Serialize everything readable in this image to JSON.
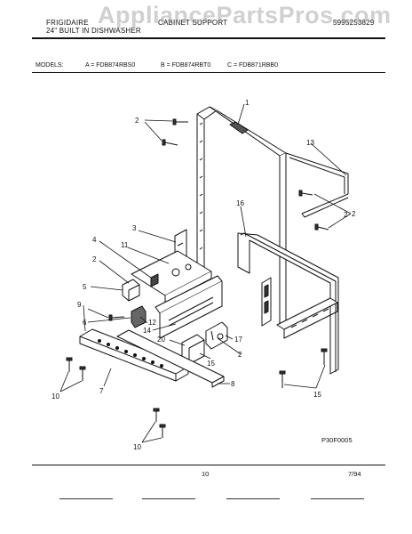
{
  "header": {
    "brand_line1": "FRIGIDAIRE",
    "brand_line2": "24\" BUILT IN DISHWASHER",
    "section_title": "CABINET SUPPORT",
    "publication": "5995253829"
  },
  "watermark": "AppliancePartsPros.com",
  "models": {
    "label": "MODELS:",
    "items": [
      "A = FDB874RBS0",
      "B = FDB874RBT0",
      "C = FDB871RBB0"
    ]
  },
  "callouts": [
    "1",
    "2",
    "2",
    "13",
    "2",
    "3",
    "16",
    "4",
    "11",
    "2",
    "5",
    "6",
    "12",
    "9",
    "14",
    "20",
    "17",
    "15",
    "2",
    "7",
    "8",
    "10",
    "15",
    "10"
  ],
  "diagram_code": "P30F0005",
  "footer": {
    "page": "10",
    "date": "7/94"
  }
}
